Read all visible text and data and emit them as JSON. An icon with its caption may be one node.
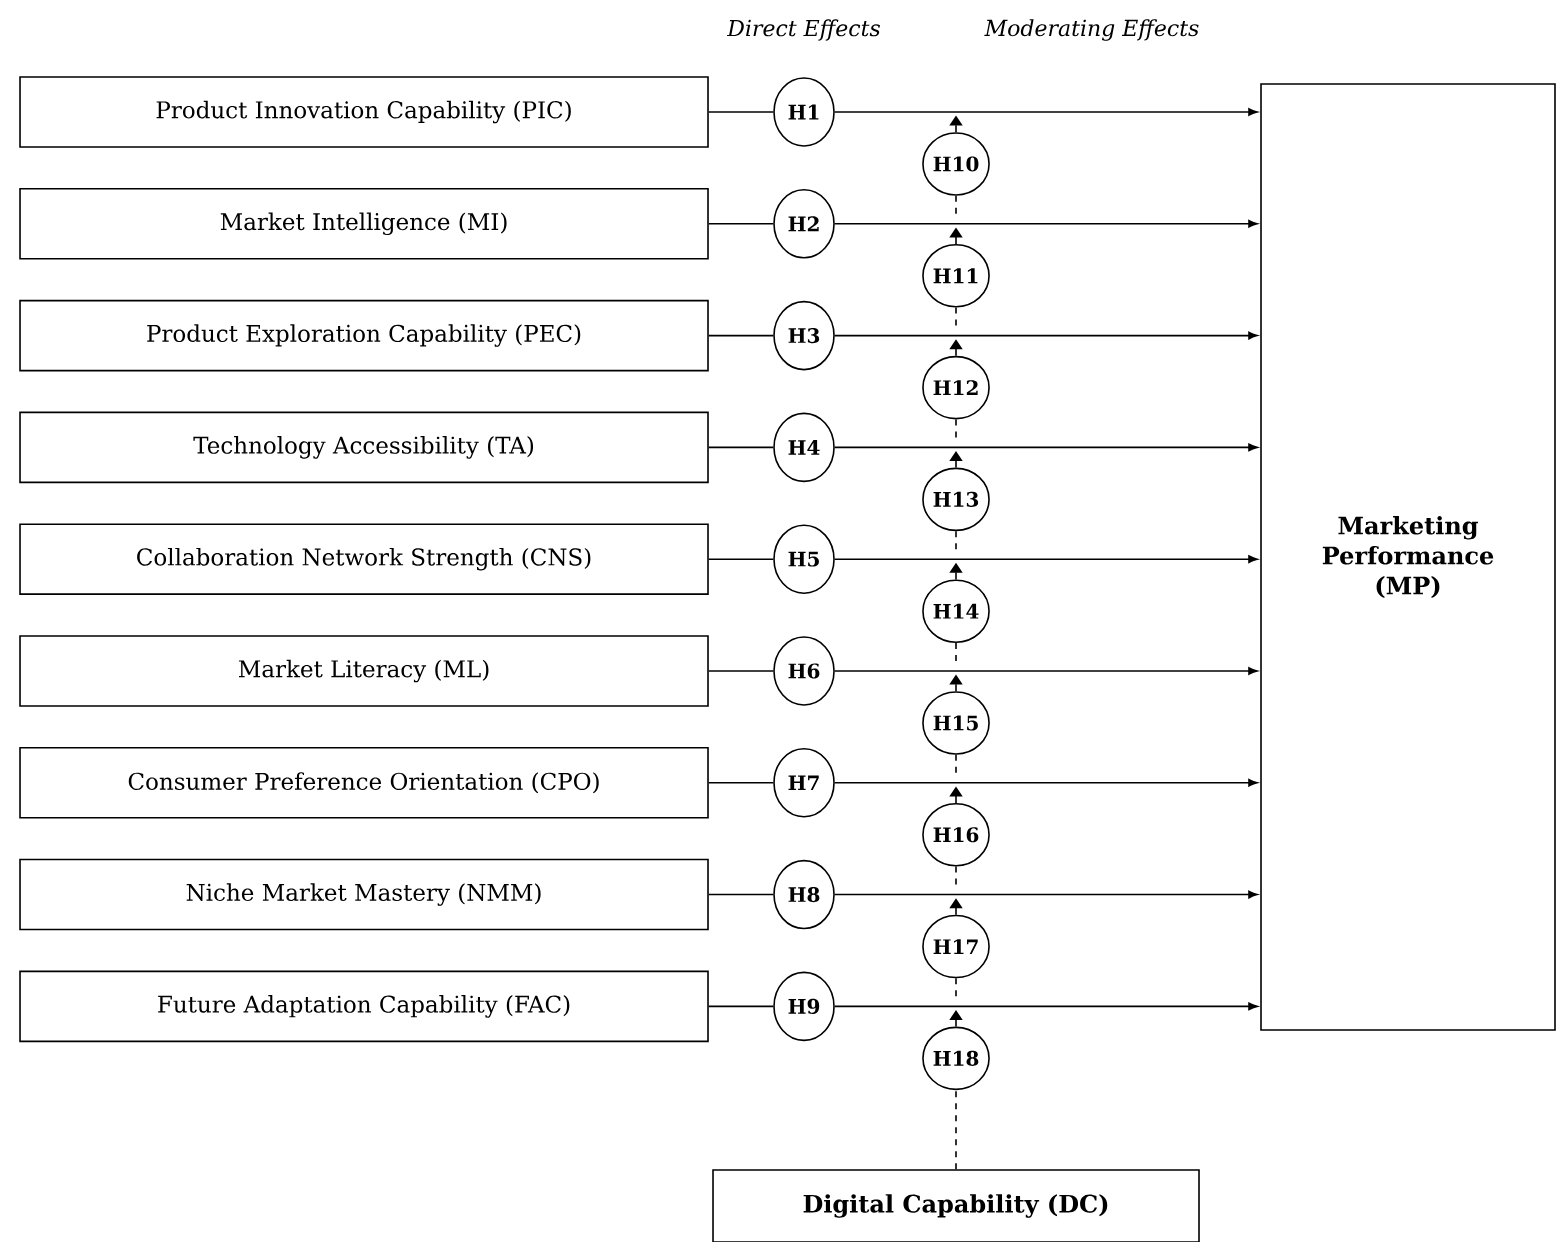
{
  "diagram": {
    "nodes": [
      {
        "text": [
          "Product Innovation Capability (PIC)"
        ]
      },
      {
        "text": [
          "Market Intelligence (MI)"
        ]
      },
      {
        "text": [
          "Product Exploration Capability (PEC)"
        ]
      },
      {
        "text": [
          "Technology Accessibility (TA)"
        ]
      },
      {
        "text": [
          "Collaboration Network Strength (CNS)"
        ]
      },
      {
        "text": [
          "Market Literacy (ML)"
        ]
      },
      {
        "text": [
          "Consumer Preference Orientation (CPO)"
        ]
      },
      {
        "text": [
          "Niche Market Mastery (NMM)"
        ]
      },
      {
        "text": [
          "Future Adaptation Capability (FAC)"
        ]
      },
      {
        "text": [
          "Marketing Performance (MP)"
        ]
      },
      {
        "text": [
          "H1"
        ]
      },
      {
        "text": [
          "H2"
        ]
      },
      {
        "text": [
          "H3"
        ]
      },
      {
        "text": [
          "H4"
        ]
      },
      {
        "text": [
          "H5"
        ]
      },
      {
        "text": [
          "H6"
        ]
      },
      {
        "text": [
          "H7"
        ]
      },
      {
        "text": [
          "H8"
        ]
      },
      {
        "text": [
          "H9"
        ]
      },
      {
        "text": [
          "H10"
        ]
      },
      {
        "text": [
          "H11"
        ]
      },
      {
        "text": [
          "H12"
        ]
      },
      {
        "text": [
          "H13"
        ]
      },
      {
        "text": [
          "H14"
        ]
      },
      {
        "text": [
          "H15"
        ]
      },
      {
        "text": [
          "H16"
        ]
      },
      {
        "text": [
          "H17"
        ]
      },
      {
        "text": [
          "H18"
        ]
      },
      {
        "text": [
          "Digital Capability (DC)"
        ]
      }
    ],
    "edges": [
      {
        "from": 0,
        "to": 10,
        "arrow": "none"
      },
      {
        "from": 10,
        "to": 9,
        "arrow": "to"
      },
      {
        "from": 1,
        "to": 11,
        "arrow": "none"
      },
      {
        "from": 11,
        "to": 9,
        "arrow": "to"
      },
      {
        "from": 2,
        "to": 12,
        "arrow": "none"
      },
      {
        "from": 12,
        "to": 9,
        "arrow": "to"
      },
      {
        "from": 3,
        "to": 13,
        "arrow": "none"
      },
      {
        "from": 13,
        "to": 9,
        "arrow": "to"
      },
      {
        "from": 4,
        "to": 14,
        "arrow": "none"
      },
      {
        "from": 14,
        "to": 9,
        "arrow": "to"
      },
      {
        "from": 5,
        "to": 15,
        "arrow": "none"
      },
      {
        "from": 15,
        "to": 9,
        "arrow": "to"
      },
      {
        "from": 6,
        "to": 16,
        "arrow": "none"
      },
      {
        "from": 16,
        "to": 9,
        "arrow": "to"
      },
      {
        "from": 7,
        "to": 17,
        "arrow": "none"
      },
      {
        "from": 17,
        "to": 9,
        "arrow": "to"
      },
      {
        "from": 8,
        "to": 18,
        "arrow": "none"
      },
      {
        "from": 18,
        "to": 9,
        "arrow": "to"
      },
      {
        "from": 28,
        "to": 27,
        "arrow": "none",
        "style": "dashed"
      },
      {
        "from": 27,
        "to": null,
        "arrow": "to"
      },
      {
        "from": 26,
        "to": null,
        "arrow": "none",
        "style": "dashed"
      },
      {
        "from": 26,
        "to": null,
        "arrow": "to"
      },
      {
        "from": 25,
        "to": null,
        "arrow": "none",
        "style": "dashed"
      },
      {
        "from": 25,
        "to": null,
        "arrow": "to"
      },
      {
        "from": 24,
        "to": null,
        "arrow": "none",
        "style": "dashed"
      },
      {
        "from": 24,
        "to": null,
        "arrow": "to"
      },
      {
        "from": 23,
        "to": null,
        "arrow": "none",
        "style": "dashed"
      },
      {
        "from": 23,
        "to": null,
        "arrow": "to"
      },
      {
        "from": 22,
        "to": null,
        "arrow": "none",
        "style": "dashed"
      },
      {
        "from": 22,
        "to": null,
        "arrow": "to"
      },
      {
        "from": 21,
        "to": null,
        "arrow": "none",
        "style": "dashed"
      },
      {
        "from": 21,
        "to": null,
        "arrow": "to"
      },
      {
        "from": 20,
        "to": null,
        "arrow": "none",
        "style": "dashed"
      },
      {
        "from": 20,
        "to": null,
        "arrow": "to"
      },
      {
        "from": 19,
        "to": null,
        "arrow": "none",
        "style": "dashed"
      },
      {
        "from": 19,
        "to": null,
        "arrow": "to"
      }
    ],
    "labels": [
      "Direct Effects",
      "Moderating Effects"
    ]
  }
}
